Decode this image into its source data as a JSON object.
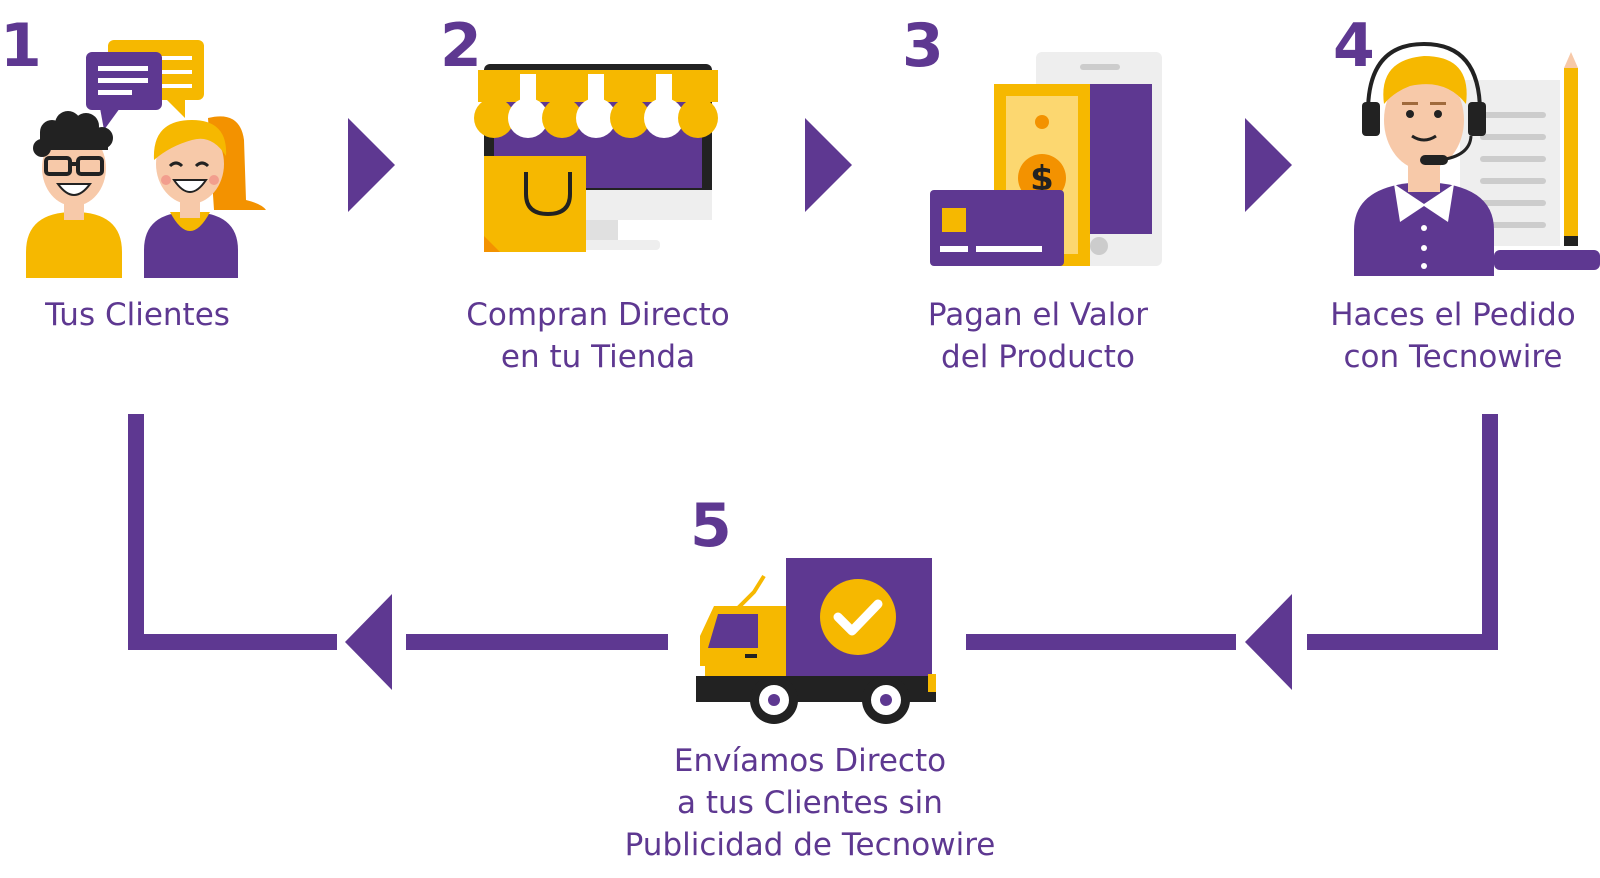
{
  "colors": {
    "purple": "#5e3891",
    "yellow": "#f6b800",
    "orange": "#f39200",
    "light_gray": "#eeeeee",
    "skin": "#f7c9a9"
  },
  "steps": [
    {
      "number": "1",
      "lines": [
        "Tus Clientes"
      ],
      "icon": "customers-chat-icon"
    },
    {
      "number": "2",
      "lines": [
        "Compran Directo",
        "en tu Tienda"
      ],
      "icon": "online-store-icon"
    },
    {
      "number": "3",
      "lines": [
        "Pagan el Valor",
        "del Producto"
      ],
      "icon": "payment-icon"
    },
    {
      "number": "4",
      "lines": [
        "Haces el Pedido",
        "con Tecnowire"
      ],
      "icon": "call-center-agent-icon"
    },
    {
      "number": "5",
      "lines": [
        "Envíamos Directo",
        "a tus Clientes sin",
        "Publicidad de Tecnowire"
      ],
      "icon": "delivery-truck-icon"
    }
  ]
}
